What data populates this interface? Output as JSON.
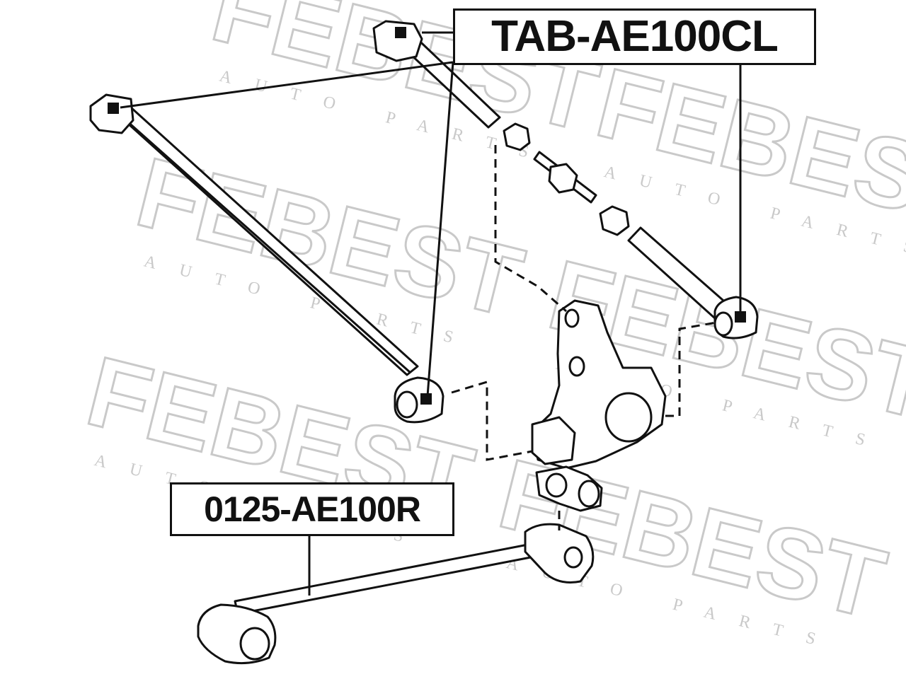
{
  "watermark": {
    "brand": "FEBEST",
    "tagline": "AUTO PARTS"
  },
  "labels": {
    "top_part_number": "TAB-AE100CL",
    "bottom_part_number": "0125-AE100R"
  },
  "colors": {
    "ink": "#111111",
    "watermark": "#c9c9c9",
    "background": "#ffffff"
  }
}
